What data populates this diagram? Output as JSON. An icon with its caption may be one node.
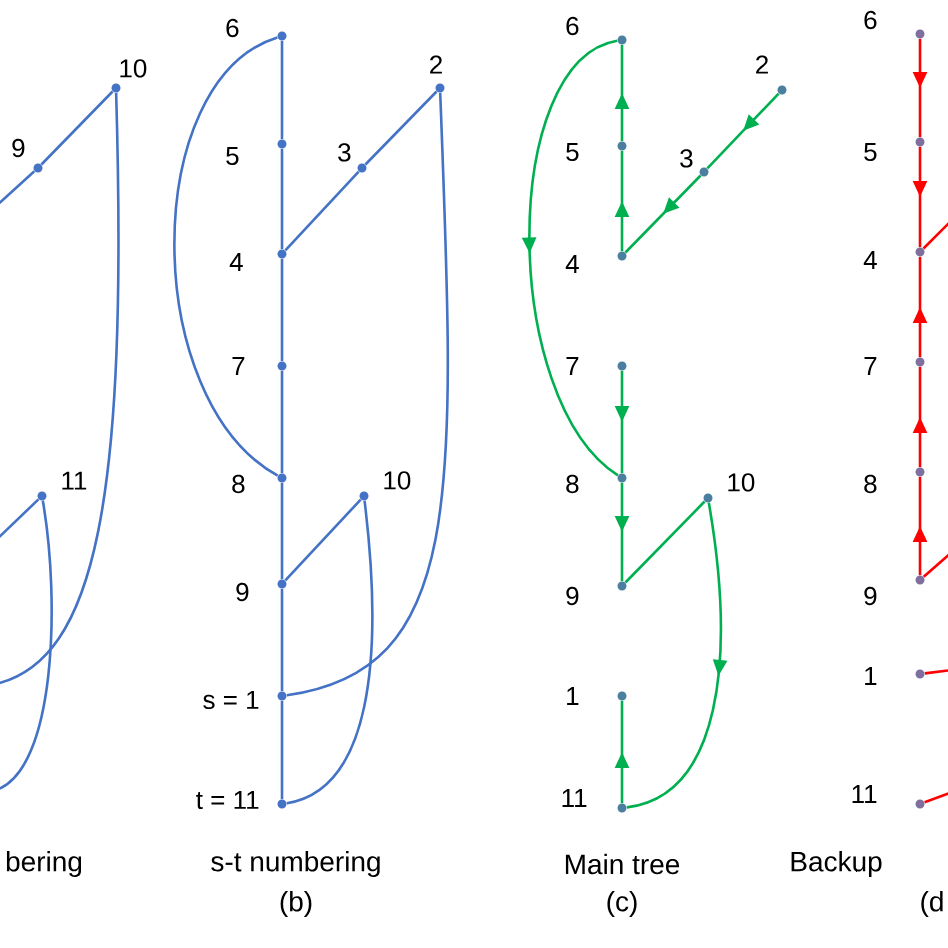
{
  "diagram": {
    "nodes": [
      {
        "text": [
          "9"
        ]
      },
      {
        "text": [
          "10"
        ]
      },
      {
        "text": [
          "11"
        ]
      },
      {
        "text": [
          "6"
        ]
      },
      {
        "text": [
          "5"
        ]
      },
      {
        "text": [
          "3"
        ]
      },
      {
        "text": [
          "2"
        ]
      },
      {
        "text": [
          "4"
        ]
      },
      {
        "text": [
          "7"
        ]
      },
      {
        "text": [
          "8"
        ]
      },
      {
        "text": [
          "10"
        ]
      },
      {
        "text": [
          "9"
        ]
      },
      {
        "text": [
          "s = 1"
        ]
      },
      {
        "text": [
          "t = 11"
        ]
      },
      {
        "text": [
          "6"
        ]
      },
      {
        "text": [
          "2"
        ]
      },
      {
        "text": [
          "5"
        ]
      },
      {
        "text": [
          "3"
        ]
      },
      {
        "text": [
          "4"
        ]
      },
      {
        "text": [
          "7"
        ]
      },
      {
        "text": [
          "8"
        ]
      },
      {
        "text": [
          "10"
        ]
      },
      {
        "text": [
          "9"
        ]
      },
      {
        "text": [
          "1"
        ]
      },
      {
        "text": [
          "11"
        ]
      },
      {
        "text": [
          "6"
        ]
      },
      {
        "text": [
          "5"
        ]
      },
      {
        "text": [
          "4"
        ]
      },
      {
        "text": [
          "7"
        ]
      },
      {
        "text": [
          "8"
        ]
      },
      {
        "text": [
          "9"
        ]
      },
      {
        "text": [
          "1"
        ]
      },
      {
        "text": [
          "11"
        ]
      }
    ],
    "edges": [
      {
        "from": null,
        "to": 0,
        "arrow": "none",
        "color": "#4472c4"
      },
      {
        "from": 0,
        "to": 1,
        "arrow": "none",
        "color": "#4472c4"
      },
      {
        "from": 1,
        "to": null,
        "arrow": "none",
        "color": "#4472c4"
      },
      {
        "from": null,
        "to": 2,
        "arrow": "none",
        "color": "#4472c4"
      },
      {
        "from": 2,
        "to": null,
        "arrow": "none",
        "color": "#4472c4"
      },
      {
        "from": 3,
        "to": 4,
        "arrow": "none",
        "color": "#4472c4"
      },
      {
        "from": 4,
        "to": 7,
        "arrow": "none",
        "color": "#4472c4"
      },
      {
        "from": 7,
        "to": 8,
        "arrow": "none",
        "color": "#4472c4"
      },
      {
        "from": 8,
        "to": 9,
        "arrow": "none",
        "color": "#4472c4"
      },
      {
        "from": 9,
        "to": 11,
        "arrow": "none",
        "color": "#4472c4"
      },
      {
        "from": 11,
        "to": 12,
        "arrow": "none",
        "color": "#4472c4"
      },
      {
        "from": 12,
        "to": 13,
        "arrow": "none",
        "color": "#4472c4"
      },
      {
        "from": 7,
        "to": 5,
        "arrow": "none",
        "color": "#4472c4"
      },
      {
        "from": 5,
        "to": 6,
        "arrow": "none",
        "color": "#4472c4"
      },
      {
        "from": 6,
        "to": 12,
        "arrow": "none",
        "color": "#4472c4"
      },
      {
        "from": 11,
        "to": 10,
        "arrow": "none",
        "color": "#4472c4"
      },
      {
        "from": 10,
        "to": 13,
        "arrow": "none",
        "color": "#4472c4"
      },
      {
        "from": 3,
        "to": 9,
        "arrow": "none",
        "color": "#4472c4"
      },
      {
        "from": 16,
        "to": 14,
        "arrow": "to",
        "color": "#00b050"
      },
      {
        "from": 18,
        "to": 16,
        "arrow": "to",
        "color": "#00b050"
      },
      {
        "from": 15,
        "to": 17,
        "arrow": "to",
        "color": "#00b050"
      },
      {
        "from": 17,
        "to": 18,
        "arrow": "to",
        "color": "#00b050"
      },
      {
        "from": 14,
        "to": 20,
        "arrow": "to",
        "color": "#00b050"
      },
      {
        "from": 19,
        "to": 20,
        "arrow": "to",
        "color": "#00b050"
      },
      {
        "from": 20,
        "to": 22,
        "arrow": "to",
        "color": "#00b050"
      },
      {
        "from": 22,
        "to": 21,
        "arrow": "none",
        "color": "#00b050"
      },
      {
        "from": 21,
        "to": 24,
        "arrow": "to",
        "color": "#00b050"
      },
      {
        "from": 24,
        "to": 23,
        "arrow": "to",
        "color": "#00b050"
      },
      {
        "from": 25,
        "to": 26,
        "arrow": "to",
        "color": "#ff0000"
      },
      {
        "from": 26,
        "to": 27,
        "arrow": "to",
        "color": "#ff0000"
      },
      {
        "from": 28,
        "to": 27,
        "arrow": "to",
        "color": "#ff0000"
      },
      {
        "from": 29,
        "to": 28,
        "arrow": "to",
        "color": "#ff0000"
      },
      {
        "from": 30,
        "to": 29,
        "arrow": "to",
        "color": "#ff0000"
      },
      {
        "from": 27,
        "to": null,
        "arrow": "none",
        "color": "#ff0000"
      },
      {
        "from": 30,
        "to": null,
        "arrow": "none",
        "color": "#ff0000"
      },
      {
        "from": 31,
        "to": null,
        "arrow": "none",
        "color": "#ff0000"
      },
      {
        "from": 32,
        "to": null,
        "arrow": "none",
        "color": "#ff0000"
      }
    ],
    "labels": [
      "bering",
      "s-t numbering",
      "(b)",
      "Main tree",
      "(c)",
      "Backup",
      "(d"
    ]
  }
}
